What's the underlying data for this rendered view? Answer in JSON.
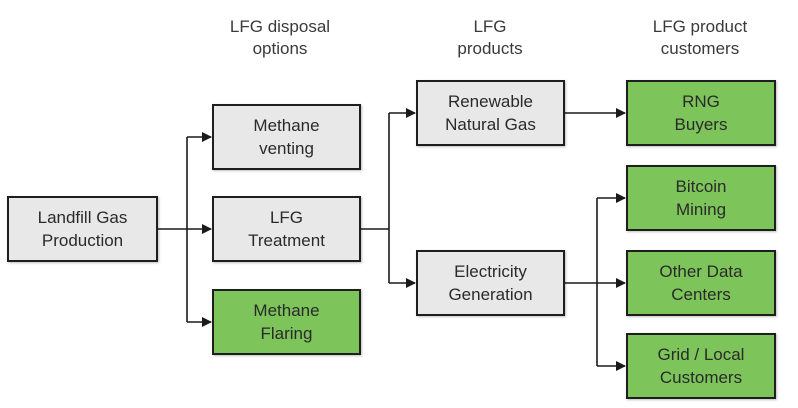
{
  "colors": {
    "gray_box": "#e8e8e8",
    "green_box": "#7dc45a",
    "border": "#1e1e1e",
    "line": "#1a1a1a"
  },
  "headers": {
    "disposal": "LFG disposal\noptions",
    "products": "LFG\nproducts",
    "customers": "LFG product\ncustomers"
  },
  "nodes": {
    "landfill": "Landfill Gas\nProduction",
    "venting": "Methane\nventing",
    "treatment": "LFG\nTreatment",
    "flaring": "Methane\nFlaring",
    "rng": "Renewable\nNatural Gas",
    "electricity": "Electricity\nGeneration",
    "rng_buyers": "RNG\nBuyers",
    "bitcoin": "Bitcoin\nMining",
    "data_centers": "Other Data\nCenters",
    "grid": "Grid / Local\nCustomers"
  }
}
